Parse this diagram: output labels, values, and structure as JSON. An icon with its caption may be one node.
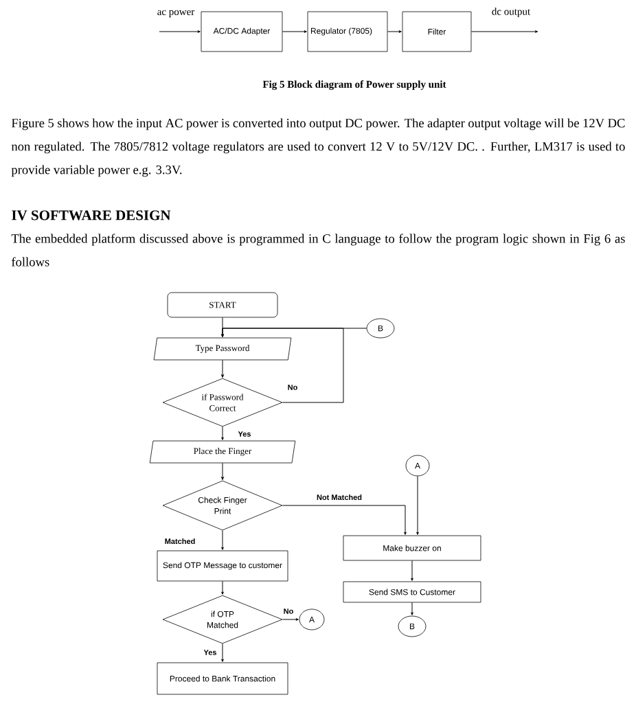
{
  "diagram": {
    "caption": "Fig 5 Block diagram of Power supply unit",
    "nodes": [
      {
        "text": [
          "AC/DC Adapter"
        ]
      },
      {
        "text": [
          "Regulator (7805)"
        ]
      },
      {
        "text": [
          "Filter"
        ]
      },
      {
        "text": [
          "START"
        ]
      },
      {
        "text": [
          "Type Password"
        ]
      },
      {
        "text": [
          "if Password Correct"
        ]
      },
      {
        "text": [
          "Place the Finger"
        ]
      },
      {
        "text": [
          "Check Finger Print"
        ]
      },
      {
        "text": [
          "Send OTP Message to customer"
        ]
      },
      {
        "text": [
          "if OTP Matched"
        ]
      },
      {
        "text": [
          "Proceed to Bank Transaction"
        ]
      },
      {
        "text": [
          "B"
        ]
      },
      {
        "text": [
          "A"
        ]
      },
      {
        "text": [
          "Make buzzer on"
        ]
      },
      {
        "text": [
          "Send SMS to Customer"
        ]
      },
      {
        "text": [
          "B"
        ]
      },
      {
        "text": [
          "A"
        ]
      }
    ],
    "edges": [
      {
        "from": null,
        "to": 0,
        "arrow": "to",
        "label": "ac power"
      },
      {
        "from": 0,
        "to": 1,
        "arrow": "to"
      },
      {
        "from": 1,
        "to": 2,
        "arrow": "to"
      },
      {
        "from": 2,
        "to": null,
        "arrow": "to",
        "label": "dc output"
      },
      {
        "from": 3,
        "to": 4,
        "arrow": "to"
      },
      {
        "from": 4,
        "to": 5,
        "arrow": "to"
      },
      {
        "from": 5,
        "to": 4,
        "arrow": "to",
        "label": "No"
      },
      {
        "from": 11,
        "to": 4,
        "arrow": "to"
      },
      {
        "from": 5,
        "to": 6,
        "arrow": "to",
        "label": "Yes"
      },
      {
        "from": 6,
        "to": 7,
        "arrow": "to"
      },
      {
        "from": 7,
        "to": 8,
        "arrow": "to",
        "label": "Matched"
      },
      {
        "from": 7,
        "to": 13,
        "arrow": "to",
        "label": "Not Matched"
      },
      {
        "from": 12,
        "to": 13,
        "arrow": "to"
      },
      {
        "from": 8,
        "to": 9,
        "arrow": "to"
      },
      {
        "from": 9,
        "to": 16,
        "arrow": "to",
        "label": "No"
      },
      {
        "from": 9,
        "to": 10,
        "arrow": "to",
        "label": "Yes"
      },
      {
        "from": 13,
        "to": 14,
        "arrow": "to"
      },
      {
        "from": 14,
        "to": 15,
        "arrow": "to"
      }
    ],
    "labels": [
      "Figure 5 shows how the input AC power is converted into output DC power. The adapter output voltage will be 12V DC non regulated. The 7805/7812 voltage regulators are used to convert 12 V to 5V/12V DC. . Further, LM317 is used to provide variable power e.g. 3.3V.",
      "IV SOFTWARE DESIGN",
      "The embedded platform discussed above is programmed in C language to follow the program logic shown in Fig 6 as follows"
    ]
  }
}
